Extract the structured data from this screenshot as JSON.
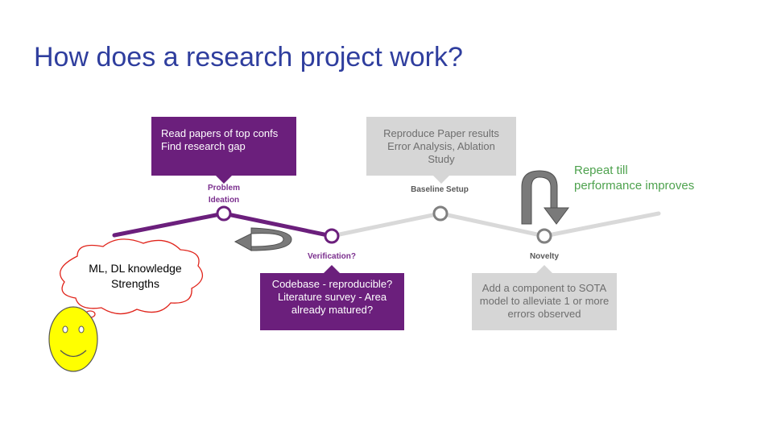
{
  "slide": {
    "title": "How does a research project work?"
  },
  "stages": {
    "problem_ideation": {
      "label_line1": "Problem",
      "label_line2": "Ideation",
      "box_lines": [
        "Read papers of top confs",
        "Find research gap"
      ]
    },
    "verification": {
      "label": "Verification?",
      "box_lines": [
        "Codebase - reproducible?",
        "Literature survey - Area",
        "already matured?"
      ]
    },
    "baseline_setup": {
      "label": "Baseline Setup",
      "box_lines": [
        "Reproduce Paper results",
        "Error Analysis, Ablation",
        "Study"
      ]
    },
    "novelty": {
      "label": "Novelty",
      "box_lines": [
        "Add a component to SOTA",
        "model to alleviate 1 or more",
        "errors observed"
      ]
    }
  },
  "repeat_note": {
    "line1": "Repeat till",
    "line2": "performance improves"
  },
  "cloud": {
    "line1": "ML, DL knowledge",
    "line2": "Strengths"
  },
  "colors": {
    "title": "#2f3e9e",
    "purple": "#6b1f7c",
    "gray_box": "#d6d6d6",
    "gray_line": "#d9d9d9",
    "green": "#4ea24e",
    "cloud_outline": "#e0241b",
    "smiley_fill": "#ffff00"
  }
}
